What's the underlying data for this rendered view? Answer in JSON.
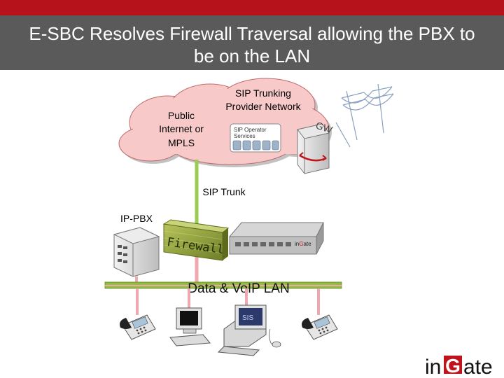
{
  "header": {
    "title_line1": "E-SBC Resolves Firewall Traversal allowing the PBX to",
    "title_line2": "be on the LAN"
  },
  "diagram": {
    "cloud_left_line1": "Public",
    "cloud_left_line2": "Internet or",
    "cloud_left_line3": "MPLS",
    "cloud_right_line1": "SIP Trunking",
    "cloud_right_line2": "Provider Network",
    "operator_line1": "SIP Operator",
    "operator_line2": "Services",
    "gw_label": "GW",
    "sip_trunk_label": "SIP Trunk",
    "ip_pbx_label": "IP-PBX",
    "firewall_label": "Firewall",
    "appliance_brand": "in",
    "appliance_brand_g": "G",
    "appliance_brand_rest": "ate",
    "lan_label": "Data & VoIP LAN",
    "pc_screen_label": "SIS"
  },
  "footer": {
    "logo_in": "in",
    "logo_g": "G",
    "logo_ate": "ate"
  },
  "colors": {
    "title_bg": "#5a5a5a",
    "red_accent": "#b5121b",
    "cloud_fill": "#f7c9c9",
    "lan_bar": "#8fbf3c",
    "trunk_line": "#9acb52",
    "firewall": "#8a9b3a"
  }
}
